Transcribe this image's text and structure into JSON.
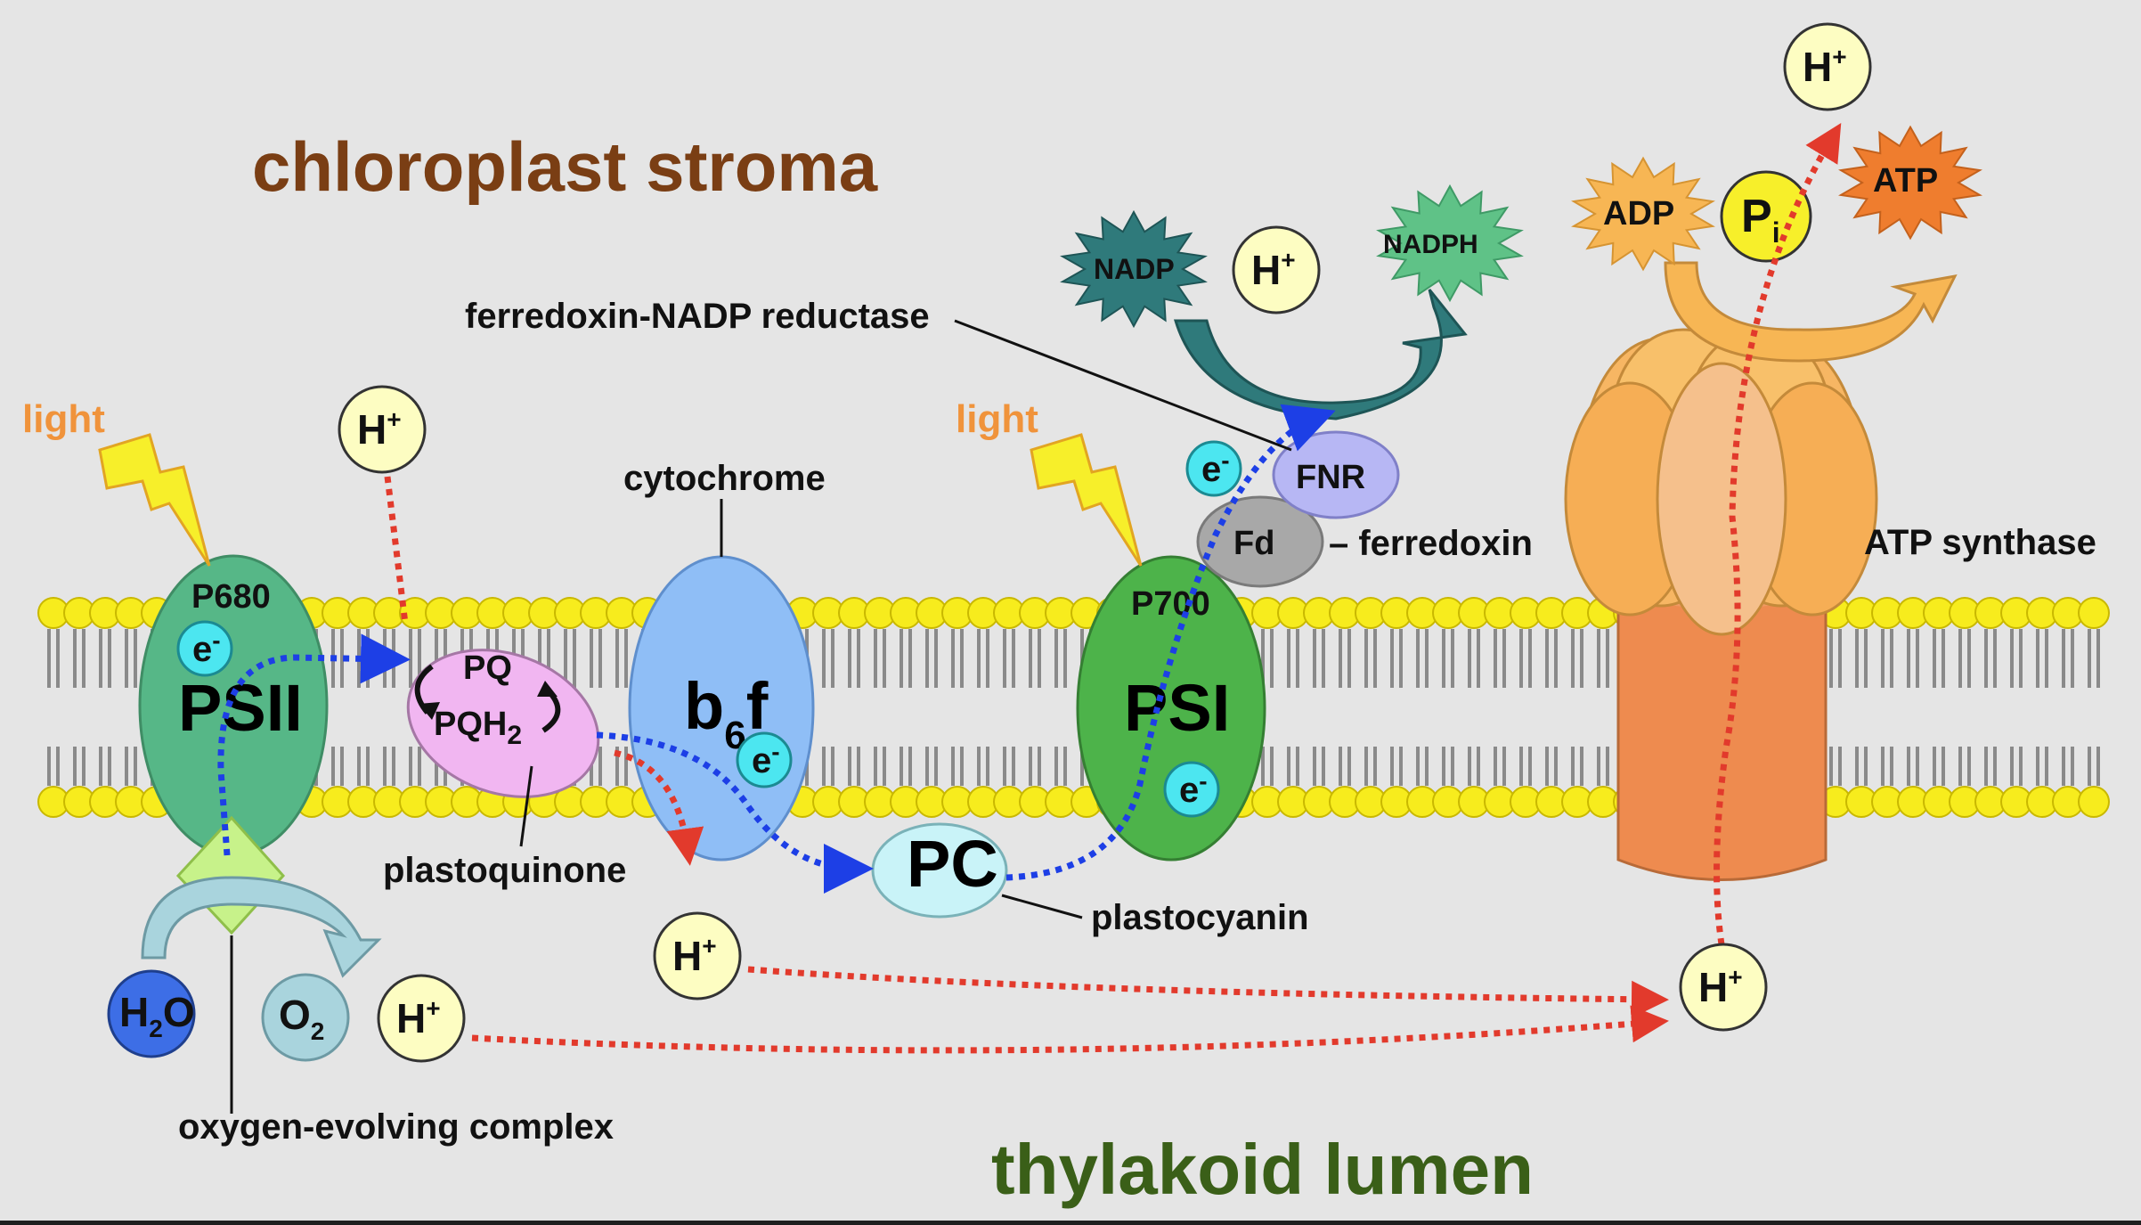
{
  "regions": {
    "stroma": "chloroplast stroma",
    "lumen": "thylakoid lumen"
  },
  "labels": {
    "light": "light",
    "ferredoxin_nadp_reductase": "ferredoxin-NADP reductase",
    "cytochrome": "cytochrome",
    "ferredoxin": "– ferredoxin",
    "atp_synthase": "ATP synthase",
    "plastoquinone": "plastoquinone",
    "plastocyanin": "plastocyanin",
    "oxygen_evolving_complex": "oxygen-evolving complex"
  },
  "complexes": {
    "psii": "PSII",
    "p680": "P680",
    "psi": "PSI",
    "p700": "P700",
    "b6f_main": "b",
    "b6f_sub": "6",
    "b6f_tail": "f",
    "pq": "PQ",
    "pqh2_main": "PQH",
    "pqh2_sub": "2",
    "pc": "PC",
    "fd": "Fd",
    "fnr": "FNR"
  },
  "molecules": {
    "electron": "e",
    "electron_charge": "-",
    "proton": "H",
    "proton_charge": "+",
    "nadp": "NADP",
    "nadph": "NADPH",
    "adp": "ADP",
    "pi_main": "P",
    "pi_sub": "i",
    "atp": "ATP",
    "h2o_main": "H",
    "h2o_sub": "2",
    "h2o_tail": "O",
    "o2_main": "O",
    "o2_sub": "2"
  },
  "colors": {
    "background": "#e5e5e5",
    "lipid_head": "#f7ec1d",
    "lipid_tail": "#8a8a8a",
    "psii": "#56b787",
    "psi": "#4db34a",
    "cytochrome": "#8fbef6",
    "plastoquinone": "#f1b6f1",
    "plastocyanin": "#c9f3f8",
    "fnr": "#b7b7f4",
    "fd": "#a8a8a8",
    "electron": "#4ce6f0",
    "proton": "#fdfdc2",
    "electron_path": "#1d3fe6",
    "proton_path": "#e23a2c",
    "atp_synthase_stalk": "#ee8b4f",
    "atp_synthase_head": "#f7b663",
    "nadp_arrow": "#2f7a7b",
    "atp_arrow": "#f7b654",
    "water_arrow": "#a9d4dd"
  }
}
